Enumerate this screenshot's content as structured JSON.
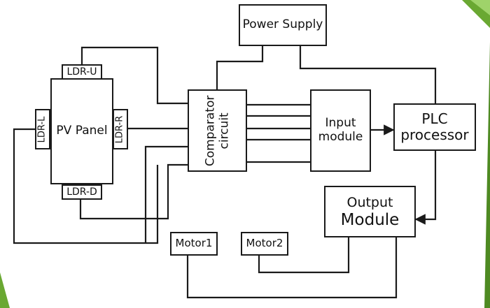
{
  "colors": {
    "line": "#1a1a1a",
    "accent_green": "#6aa832",
    "accent_green_dark": "#4e8a22",
    "accent_green_light": "#9fd36a"
  },
  "diagram": {
    "power_supply": "Power Supply",
    "pv_panel": "PV Panel",
    "ldr_u": "LDR-U",
    "ldr_l": "LDR-L",
    "ldr_r": "LDR-R",
    "ldr_d": "LDR-D",
    "comparator_line1": "Comparator",
    "comparator_line2": "circuit",
    "input_line1": "Input",
    "input_line2": "module",
    "plc_line1": "PLC",
    "plc_line2": "processor",
    "output_line1": "Output",
    "output_line2": "Module",
    "motor1": "Motor1",
    "motor2": "Motor2"
  }
}
